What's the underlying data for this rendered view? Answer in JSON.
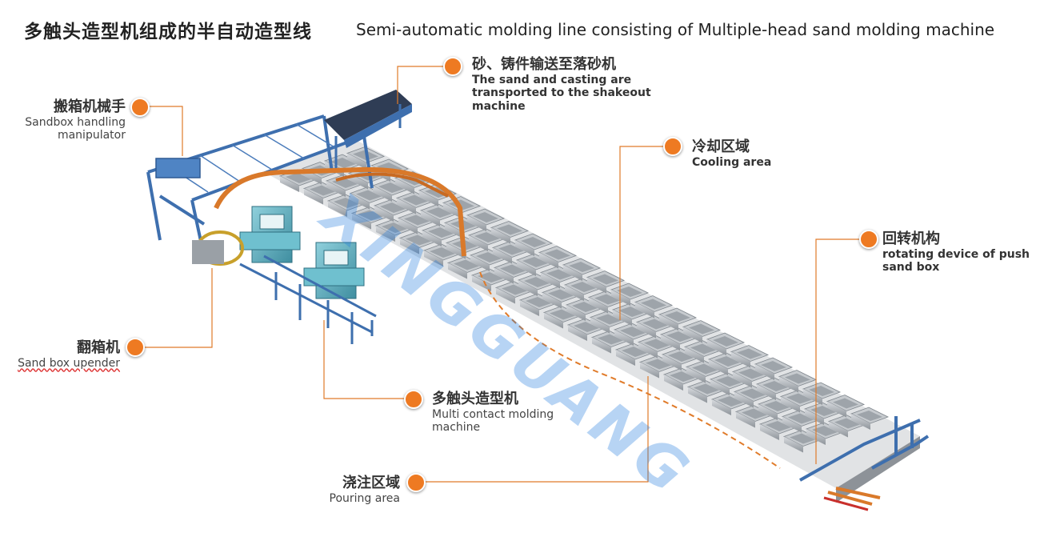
{
  "header": {
    "title_cn": "多触头造型机组成的半自动造型线",
    "title_en": "Semi-automatic molding line consisting of  Multiple-head sand molding machine"
  },
  "watermark": {
    "text": "XINGGUANG"
  },
  "labels": {
    "manipulator": {
      "cn": "搬箱机械手",
      "en1": "Sandbox handling",
      "en2": "manipulator"
    },
    "conveyor": {
      "cn": "砂、铸件输送至落砂机",
      "en1": "The sand and casting are",
      "en2": "transported to the shakeout",
      "en3": "machine"
    },
    "cooling": {
      "cn": "冷却区域",
      "en1": "Cooling area"
    },
    "rotating": {
      "cn": "回转机构",
      "en1": "rotating device of push",
      "en2": "sand box"
    },
    "upender": {
      "cn": "翻箱机",
      "en1": "Sand box upender"
    },
    "molding": {
      "cn": "多触头造型机",
      "en1": "Multi contact molding",
      "en2": "machine"
    },
    "pouring": {
      "cn": "浇注区域",
      "en1": "Pouring area"
    }
  },
  "colors": {
    "accent": "#ee7a22",
    "steel_blue": "#3e6fae",
    "machine_teal": "#5fb3c4",
    "flask_gray": "#b9bdc2",
    "pipe_orange": "#d9792a"
  }
}
